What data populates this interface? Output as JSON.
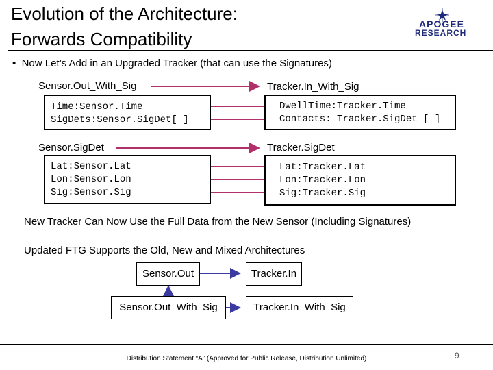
{
  "slide": {
    "title_line1": "Evolution of the Architecture:",
    "title_line2": "Forwards Compatibility",
    "logo_text_top": "APOGEE",
    "logo_text_bottom": "RESEARCH",
    "bullet": "Now Let’s Add in an Upgraded Tracker (that can use the Signatures)"
  },
  "mapping": {
    "sensor_out_with_sig": "Sensor.Out_With_Sig",
    "tracker_in_with_sig": "Tracker.In_With_Sig",
    "sensor_fields": [
      "Time:Sensor.Time",
      "SigDets:Sensor.SigDet[ ]"
    ],
    "tracker_fields": [
      "DwellTime:Tracker.Time",
      "Contacts: Tracker.SigDet [ ]"
    ],
    "sensor_sigdet": "Sensor.SigDet",
    "tracker_sigdet": "Tracker.SigDet",
    "sensor_sigdet_fields": [
      "Lat:Sensor.Lat",
      "Lon:Sensor.Lon",
      "Sig:Sensor.Sig"
    ],
    "tracker_sigdet_fields": [
      "Lat:Tracker.Lat",
      "Lon:Tracker.Lon",
      "Sig:Tracker.Sig"
    ]
  },
  "notes": {
    "line1": "New Tracker Can Now Use the Full Data from the New Sensor (Including Signatures)",
    "line2": "Updated FTG Supports the Old, New and Mixed Architectures"
  },
  "ftg": {
    "sensor_out": "Sensor.Out",
    "tracker_in": "Tracker.In",
    "sensor_out_with_sig": "Sensor.Out_With_Sig",
    "tracker_in_with_sig": "Tracker.In_With_Sig"
  },
  "footer": {
    "statement": "Distribution Statement “A” (Approved for Public Release, Distribution Unlimited)",
    "page_number": "9"
  },
  "colors": {
    "arrow": "#b0306a",
    "ftg_arrow": "#3a3aa0",
    "logo_blue": "#1f2a7a"
  }
}
